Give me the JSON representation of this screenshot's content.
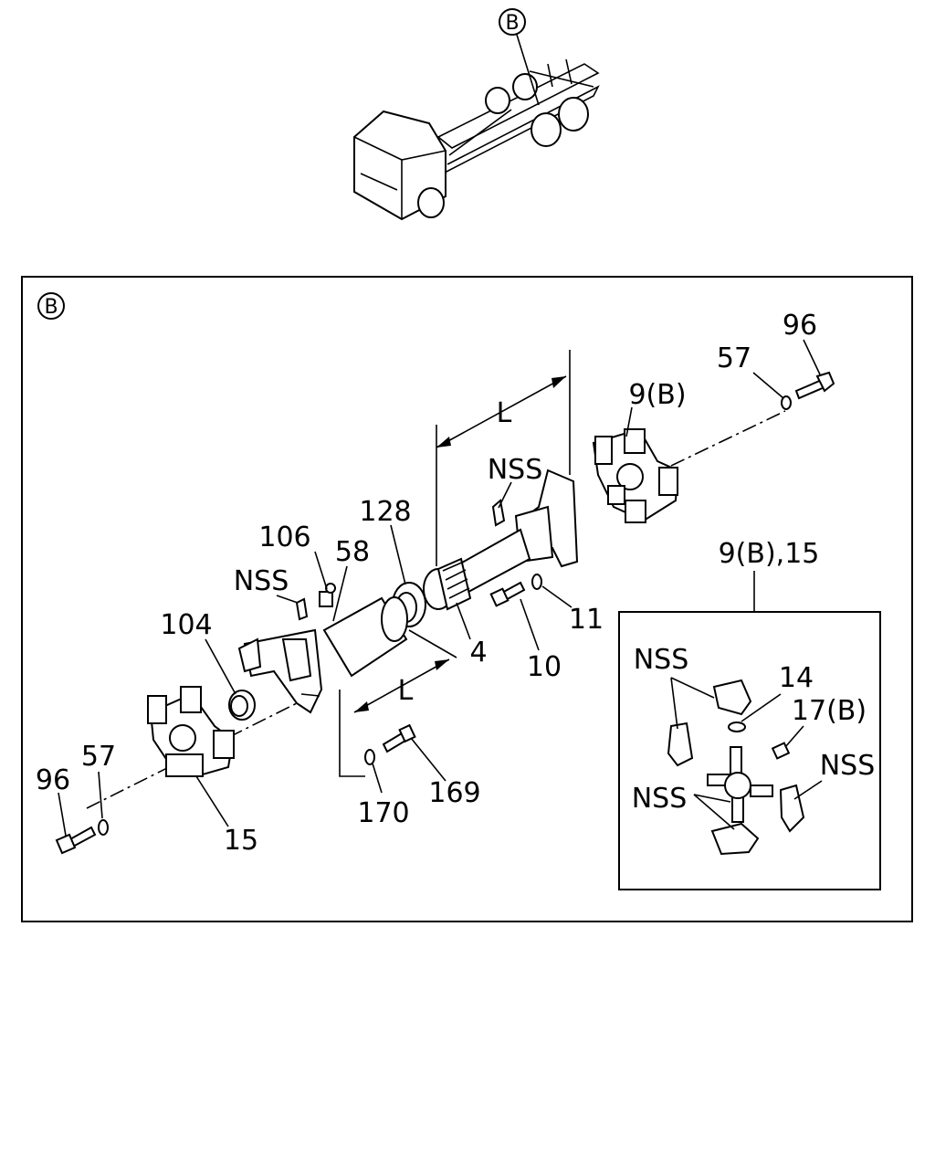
{
  "callout_top": "B",
  "callout_detail": "B",
  "labels": {
    "p96_right": "96",
    "p57_right": "57",
    "p9b": "9(B)",
    "l_upper": "L",
    "nss_upper": "NSS",
    "p128": "128",
    "p106": "106",
    "p58": "58",
    "nss_left": "NSS",
    "p104": "104",
    "p4": "4",
    "p10": "10",
    "p11": "11",
    "l_lower": "L",
    "p169": "169",
    "p170": "170",
    "p96_left": "96",
    "p57_left": "57",
    "p15": "15"
  },
  "inset": {
    "title": "9(B),15",
    "nss_top": "NSS",
    "p14": "14",
    "p17b": "17(B)",
    "nss_right": "NSS",
    "nss_bottom": "NSS"
  }
}
